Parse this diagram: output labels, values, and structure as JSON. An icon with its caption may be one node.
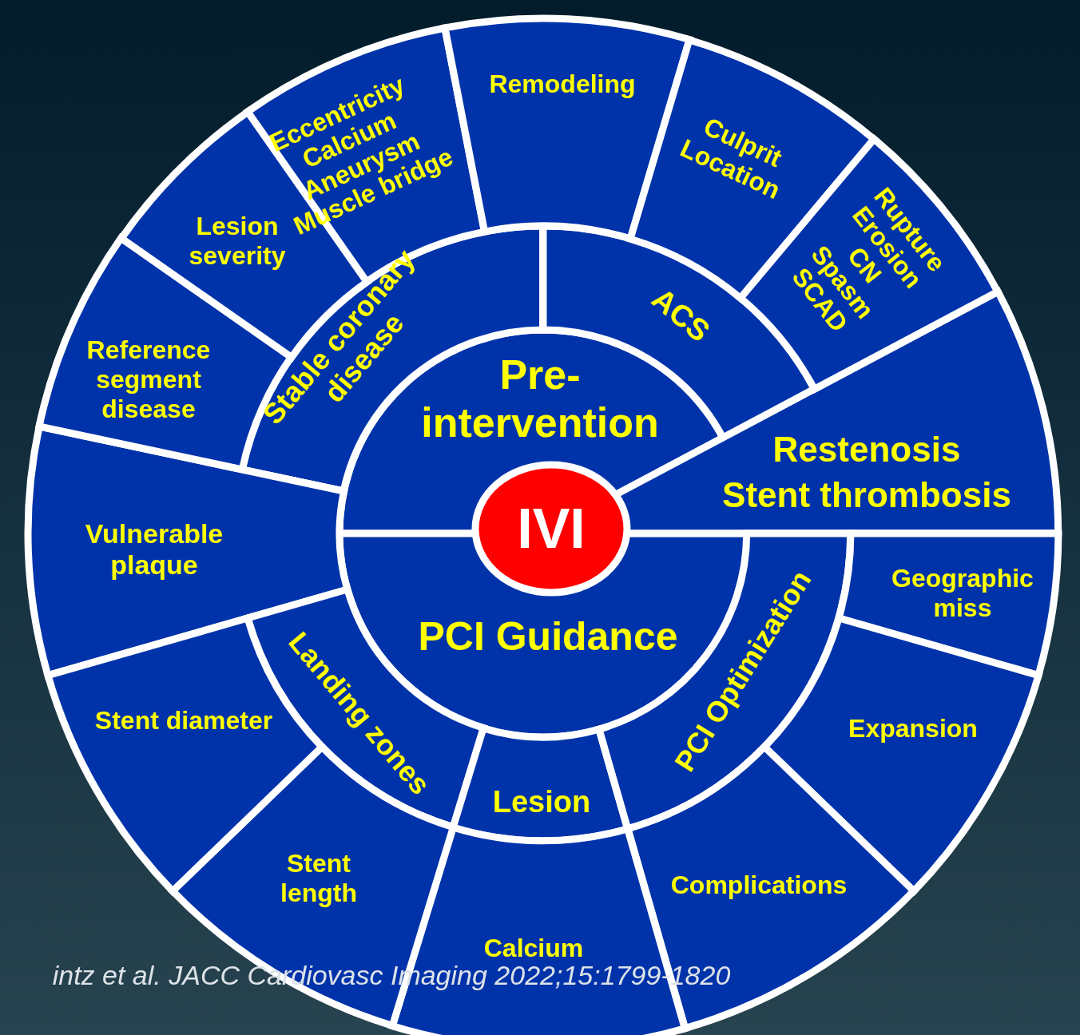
{
  "diagram": {
    "nodes": [
      {
        "text": [
          "IVI"
        ]
      },
      {
        "text": [
          "Pre-intervention"
        ]
      },
      {
        "text": [
          "PCI Guidance"
        ]
      },
      {
        "text": [
          "Stable coronary disease"
        ]
      },
      {
        "text": [
          "ACS"
        ]
      },
      {
        "text": [
          "Restenosis",
          "Stent thrombosis"
        ]
      },
      {
        "text": [
          "Vulnerable plaque"
        ]
      },
      {
        "text": [
          "Landing zones"
        ]
      },
      {
        "text": [
          "Lesion"
        ]
      },
      {
        "text": [
          "PCI Optimization"
        ]
      },
      {
        "text": [
          "Reference segment disease"
        ]
      },
      {
        "text": [
          "Lesion severity"
        ]
      },
      {
        "text": [
          "Eccentricity",
          "Calcium",
          "Aneurysm",
          "Muscle bridge"
        ]
      },
      {
        "text": [
          "Remodeling"
        ]
      },
      {
        "text": [
          "Culprit Location"
        ]
      },
      {
        "text": [
          "Rupture",
          "Erosion",
          "CN",
          "Spasm",
          "SCAD"
        ]
      },
      {
        "text": [
          "Geographic miss"
        ]
      },
      {
        "text": [
          "Expansion"
        ]
      },
      {
        "text": [
          "Complications"
        ]
      },
      {
        "text": [
          "Calcium"
        ]
      },
      {
        "text": [
          "Stent length"
        ]
      },
      {
        "text": [
          "Stent diameter"
        ]
      }
    ],
    "labels": [
      "intz et al. JACC Cardiovasc Imaging 2022;15:1799-1820"
    ]
  }
}
